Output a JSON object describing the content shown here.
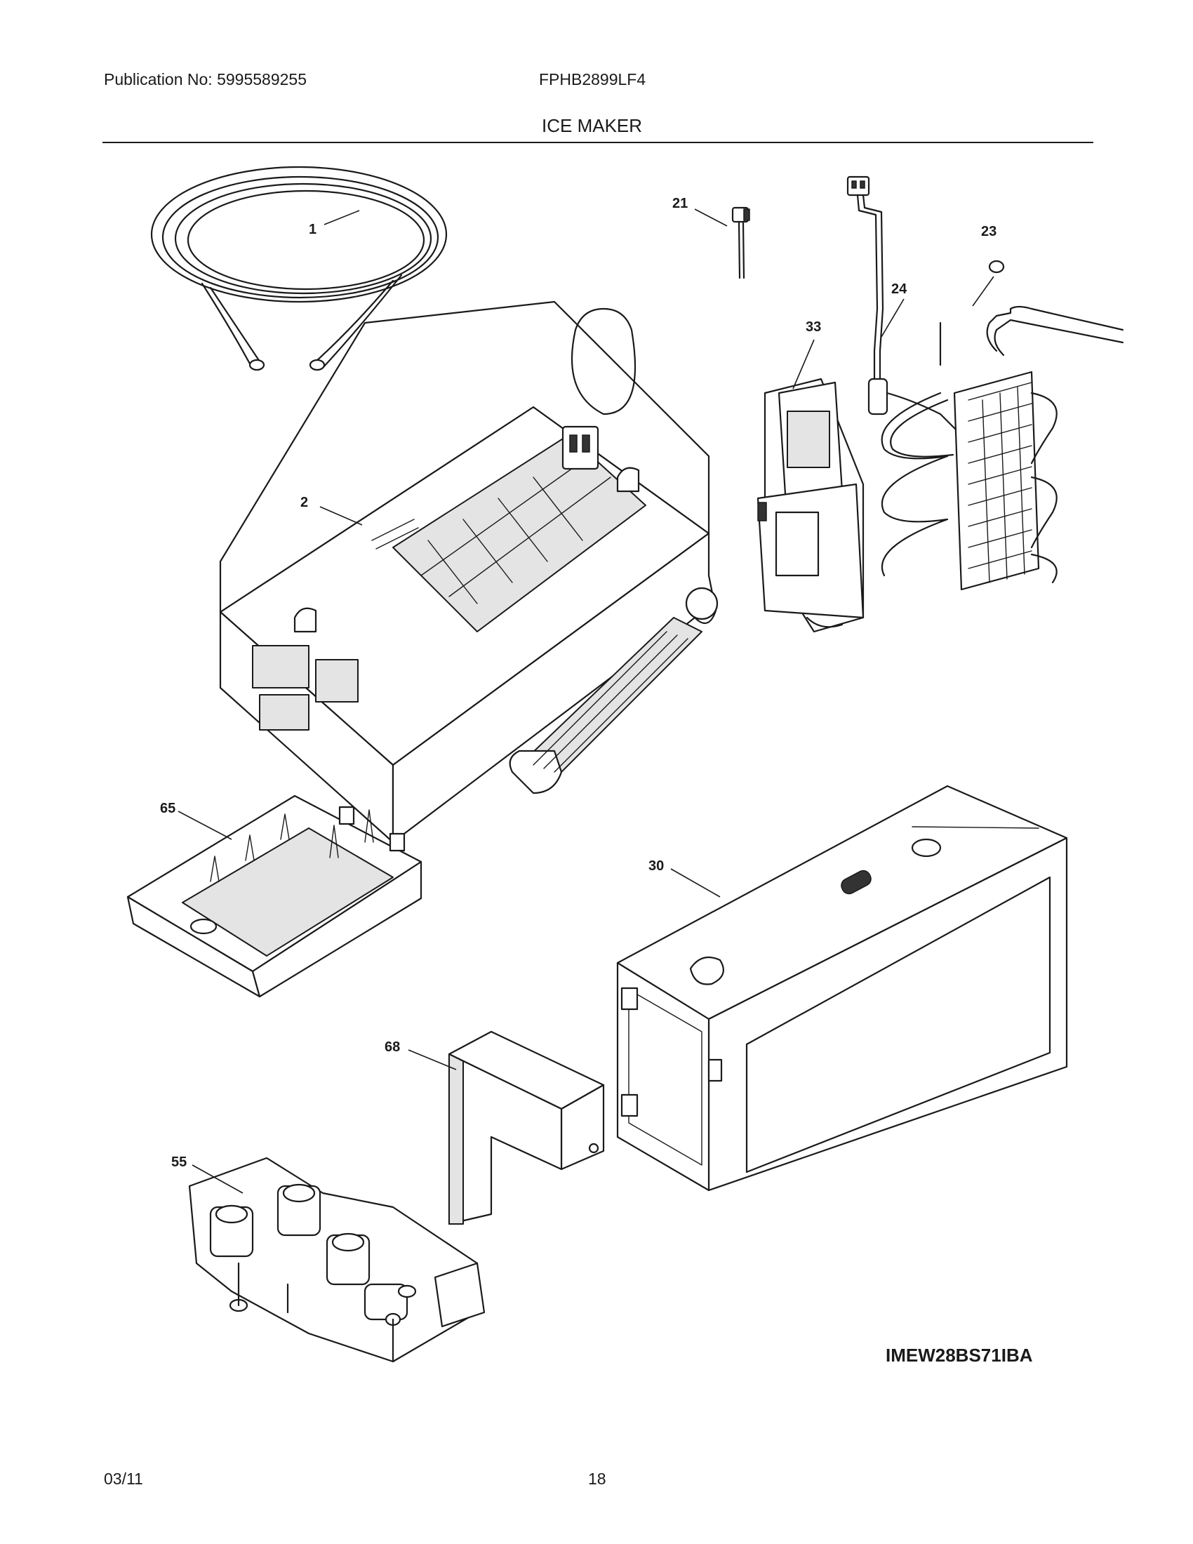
{
  "header": {
    "publication": "Publication No: 5995589255",
    "model": "FPHB2899LF4",
    "title": "ICE MAKER"
  },
  "callouts": [
    "1",
    "21",
    "23",
    "24",
    "33",
    "2",
    "65",
    "30",
    "68",
    "55"
  ],
  "diagram_code": "IMEW28BS71IBA",
  "footer": {
    "date": "03/11",
    "page": "18"
  }
}
